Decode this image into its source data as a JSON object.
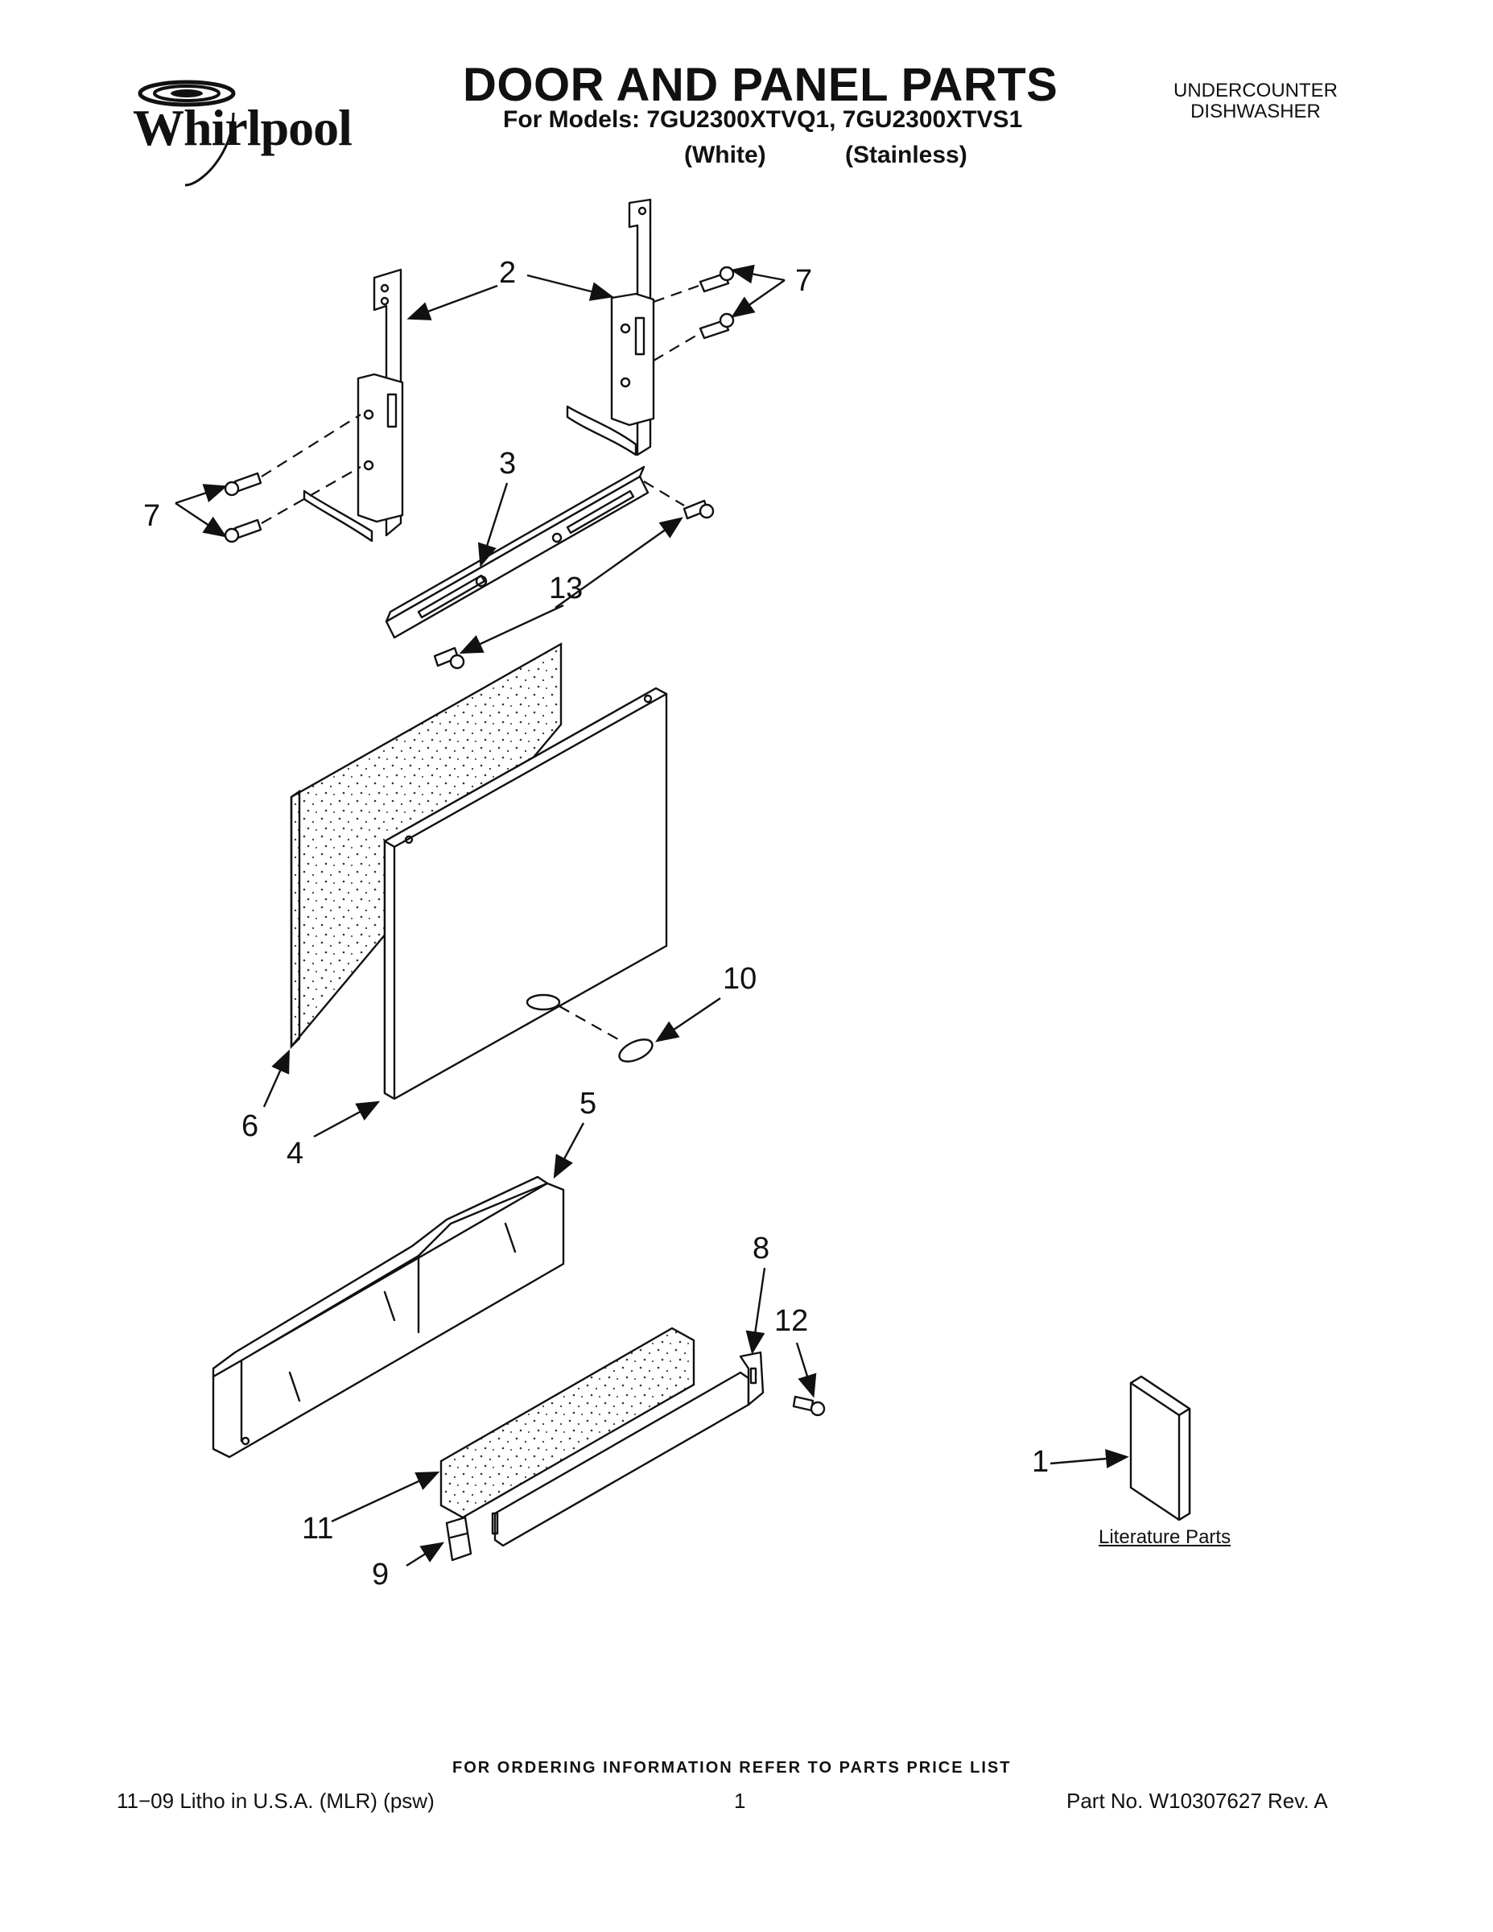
{
  "brand": {
    "wordmark": "Whirlpool"
  },
  "header": {
    "title": "DOOR AND PANEL PARTS",
    "models_line": "For Models: 7GU2300XTVQ1, 7GU2300XTVS1",
    "variant_white": "(White)",
    "variant_stainless": "(Stainless)",
    "product_line1": "UNDERCOUNTER",
    "product_line2": "DISHWASHER"
  },
  "callouts": {
    "c1": "1",
    "c2": "2",
    "c3": "3",
    "c4": "4",
    "c5": "5",
    "c6": "6",
    "c7a": "7",
    "c7b": "7",
    "c8": "8",
    "c9": "9",
    "c10": "10",
    "c11": "11",
    "c12": "12",
    "c13": "13"
  },
  "literature": {
    "label": "Literature Parts"
  },
  "footer": {
    "ordering_note": "FOR ORDERING INFORMATION REFER TO PARTS PRICE LIST",
    "litho": "11−09 Litho in U.S.A. (MLR) (psw)",
    "page_number": "1",
    "part_number": "Part No. W10307627 Rev. A"
  }
}
